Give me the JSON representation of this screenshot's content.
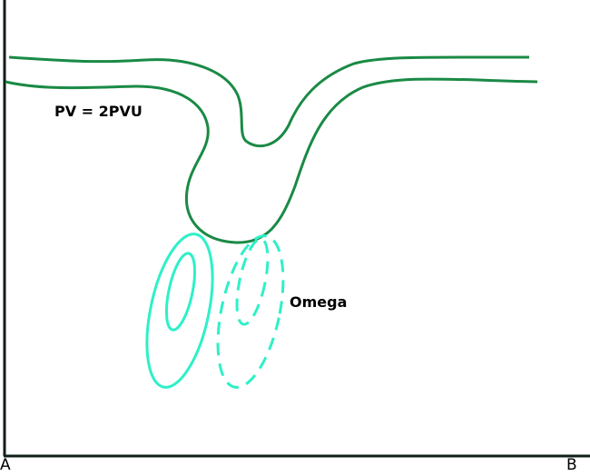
{
  "labels": {
    "pv": "PV = 2PVU",
    "omega": "Omega",
    "axis_start": "A",
    "axis_end": "B"
  },
  "colors": {
    "pv_line": "#1a8a45",
    "omega": "#2ef0c8",
    "axis": "#0e1f16"
  }
}
